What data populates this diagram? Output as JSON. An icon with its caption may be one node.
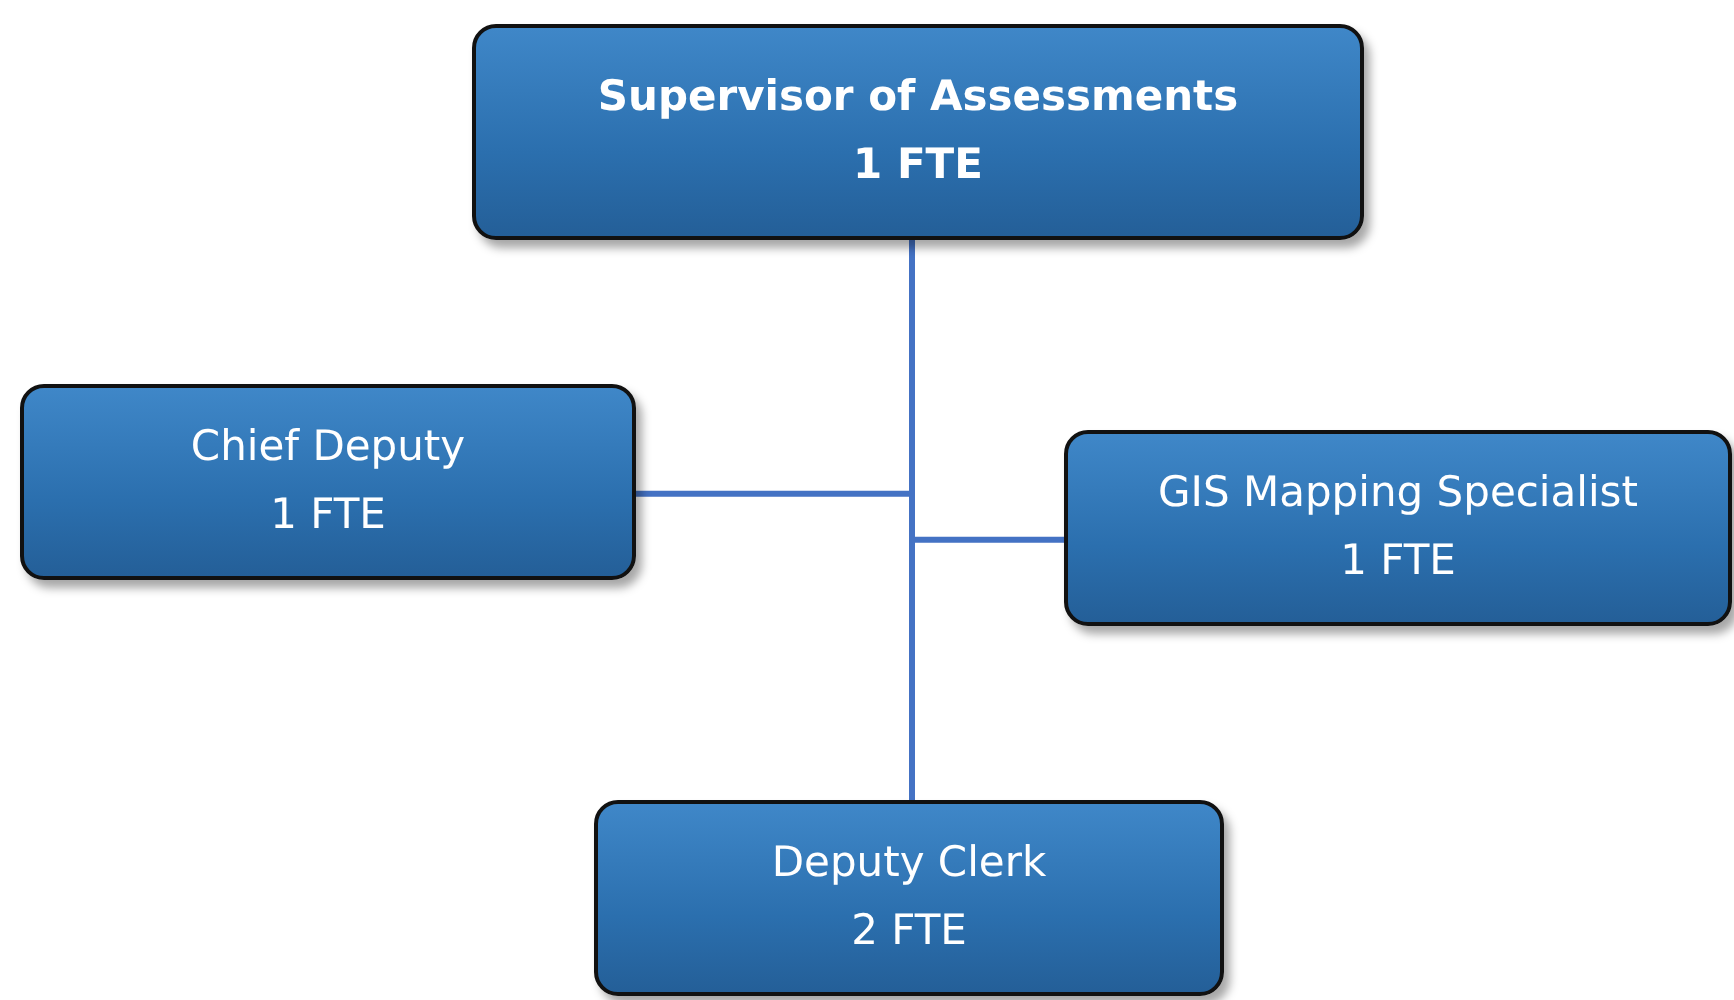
{
  "diagram": {
    "nodes": [
      {
        "text": [
          "Supervisor of Assessments",
          "1 FTE"
        ]
      },
      {
        "text": [
          "Chief Deputy",
          "1 FTE"
        ]
      },
      {
        "text": [
          "GIS Mapping Specialist",
          "1 FTE"
        ]
      },
      {
        "text": [
          "Deputy Clerk",
          "2 FTE"
        ]
      }
    ],
    "edges": [
      {
        "from": 0,
        "to": 1,
        "arrow": "none"
      },
      {
        "from": 0,
        "to": 2,
        "arrow": "none"
      },
      {
        "from": 0,
        "to": 3,
        "arrow": "none"
      }
    ]
  }
}
